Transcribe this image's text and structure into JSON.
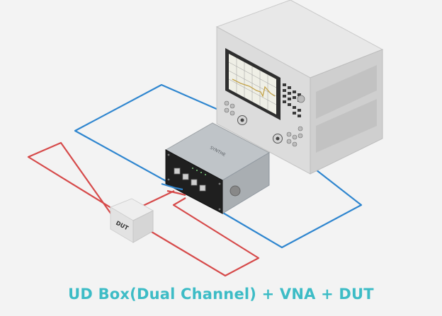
{
  "caption": "UD Box(Dual Channel) + VNA + DUT",
  "dut_label": "DUT",
  "box_brand": "SYNTHE",
  "colors": {
    "caption": "#3dbcc6",
    "blue_cable": "#2f86cf",
    "red_cable": "#d64a4a",
    "background": "#f3f3f3"
  }
}
